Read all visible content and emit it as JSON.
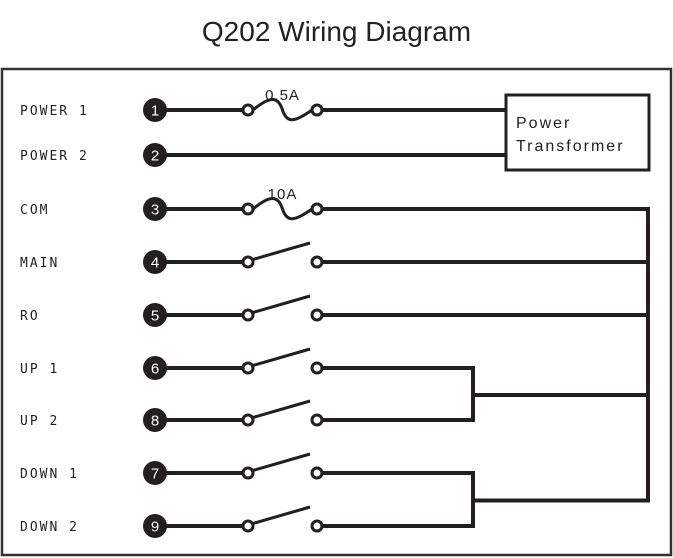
{
  "title": "Q202 Wiring Diagram",
  "colors": {
    "line": "#231f20",
    "background": "#ffffff",
    "terminal_fill": "#231f20",
    "terminal_text": "#ffffff"
  },
  "terminals": [
    {
      "label": "POWER 1",
      "number": "1",
      "element": "fuse",
      "rating": "0.5A",
      "connects_to": "power-transformer"
    },
    {
      "label": "POWER 2",
      "number": "2",
      "element": "wire",
      "connects_to": "power-transformer"
    },
    {
      "label": "COM",
      "number": "3",
      "element": "fuse",
      "rating": "10A",
      "connects_to": "common-bus"
    },
    {
      "label": "MAIN",
      "number": "4",
      "element": "switch",
      "connects_to": "common-bus"
    },
    {
      "label": "RO",
      "number": "5",
      "element": "switch",
      "connects_to": "common-bus"
    },
    {
      "label": "UP 1",
      "number": "6",
      "element": "switch",
      "connects_to": "up-group"
    },
    {
      "label": "UP 2",
      "number": "8",
      "element": "switch",
      "connects_to": "up-group"
    },
    {
      "label": "DOWN 1",
      "number": "7",
      "element": "switch",
      "connects_to": "down-group"
    },
    {
      "label": "DOWN 2",
      "number": "9",
      "element": "switch",
      "connects_to": "down-group"
    }
  ],
  "transformer": {
    "line1": "Power",
    "line2": "Transformer"
  }
}
